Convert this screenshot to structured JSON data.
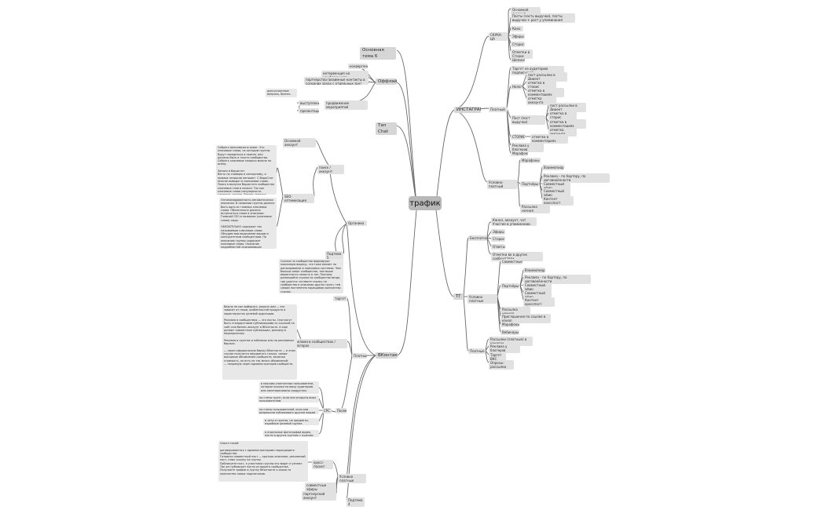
{
  "root": "трафик",
  "nodes": {
    "osnovnaya_tema": "Основная тема 6",
    "oflain": "Оффлайн",
    "tap_chat": "Тап Chat",
    "instagram": "ИНСТАГРАМ",
    "vkontakte": "ВКонтакте",
    "tg": "ТГ",
    "oflain_children": [
      "конвергенция",
      "интервенция на конференциях",
      "партнерство (взаимные контакты в соседних зонах с отдельных зон)",
      "продвижение мероприятий",
      "выступления",
      "презентация"
    ],
    "oflain_note": "дискуссионные вопросы, бизнес-завтраки, круглые столы и др.",
    "insta_group1": "СКУКА-ЦА\nбизнеса",
    "insta_group1_items": [
      "Основной аккаунт",
      "Посты (часть выручки), посты выручки + рост у упоминания аккаунта",
      "Кино",
      "Эфиры",
      "Сторис",
      "Отметки в Сторис",
      "Шопинг"
    ],
    "insta_group2": "Платный",
    "insta_group2_top": "Таргет на аудиторию подписчиков",
    "insta_sub1": "Налог",
    "insta_sub1_items": [
      "пост рассылки в Директ",
      "отметка в сторис",
      "отметка в комментариях",
      "отметка аккаунта"
    ],
    "insta_sub2": "Пост (пост выручки)",
    "insta_sub2_items": [
      "пост рассылки в Директ",
      "отметка в сторис",
      "отметка в комментариях",
      "отметка аккаунта"
    ],
    "insta_group2_extra": [
      "СТОРИС",
      "Реклама у блогеров",
      "Марафоны"
    ],
    "insta_storis_child": "отметка в комментариях",
    "insta_group3": "Условно-платный",
    "insta_group3_top": "Марафоны",
    "insta_partner": "Партнёры",
    "insta_partner_items": [
      "Взаимопиар",
      "Реклама – по бартеру, по договорённости",
      "Совместный эфир",
      "Совместный эфир",
      "Контент кросспост"
    ],
    "insta_group3_bottom": "Рассылка ночная",
    "tg_group1": "Бесплатно",
    "tg_group1_items": [
      "Канал, аккаунт, чат\nУчастие в упоминании аккаунта",
      "Эфиры",
      "Сторис",
      "Ответы",
      "Отметки во в других сообществах"
    ],
    "tg_group2": "Условно платные",
    "tg_group2_items": [
      "Совместные"
    ],
    "tg_partner": "Партнёры",
    "tg_partner_items": [
      "Взаимопиар",
      "Реклама – по бартеру, по договорённости",
      "Совместный эфир",
      "Совместный эфир",
      "Контент кросспост"
    ],
    "tg_group2_more": [
      "Рассылка ночная",
      "Приглашения по ссылке в канал",
      "Марафоны",
      "Вебинары"
    ],
    "tg_group3": "Платные",
    "tg_group3_items": [
      "Рассылки (платные) в каналах",
      "Реклама у блогеров",
      "Таргет ВКС",
      "Опросы-рассылки"
    ],
    "vk_group1": "Органика",
    "vk_group1_top": "Основной аккаунт",
    "vk_seo": "SEO-оптимизация",
    "vk_seo_sub": "поиск / аккаунт",
    "vk_note1": "Собрать максимально охват. Это ключевые слова, по которым группы будут находиться в поиске, они должны быть в тексте сообщества. Собрать ключевые запросы можно по всему.\n\nЗаписи в Вордстат:\nВесть по словарю и сенсорному, и прямых запросов напишет. С ВордСтат многие выводят в поисковые слова. Поиск в выпуске Вордстата сообщество ключевых слов в поиске. Так как ключевые слова популярности сложные, группы, бизнес-запросы, можно выбрать конкурентов, аудитории и портреты клиентов. Популярность запросов по охвату.",
    "vk_note2": "Оптимизированность автоматически описания. В названии группы должно быть одно из главных ключевых слова. Обязательно должна встречаться слова в описании. Главный CEO в названии (ключевые слова) сюда.\n\nОБЯЗАТЕЛЬНО содержит так называемые ключевые слова.\nОбсудим вам выделение вашим и конкурентным сообществам. По описанию группы содержит ключевые слова. Описание подробностей описывающих ключевые слова.",
    "vk_podtema5": "Подтема 5",
    "vk_note3": "Ссылки на сообщество формируют поисковую выдачу, что тоже влияет на ранжирование в поисковых системах. Чем больше охват сообщества, тем выше вероятность попасть в топ. Поэтому размещайте ссылки на сообщество везде, где удастся: оставьте ссылку на сообщество в описании других групп, тем самым постепенно наращивая количество ссылок.",
    "vk_group2": "Платные",
    "vk_group2_top": "таргет",
    "vk_ads": "реклама в сообществах / блогерах",
    "vk_note4": "Важно не как выбирать, решать вам — это зависит от ниши, особенностей продукта и характеристик целевой аудитории.\n\nРеклама в сообществах — это посты. Они могут быть стандартными публикациями со ссылкой на сайт или бизнес-аккаунт в ВКонтакте. А еще делают совместные публикации, рекламу в мероприятиях.\n\nРеклама в группах и пабликах или на рекламных биржах.\n\n— через официальную биржу ВКонтакте — в этом случае получится продвигать только  самые выгодные объявления сообществ, включая стоимость, но есть не так много объявлений;\n— напрямую через администраторов сообществ.",
    "vk_cpc": "СРС",
    "vk_posts": "Посев",
    "vk_cpc_items": [
      "в массово-спонтанные пользователи, которые похожи на вашу аудиторию или заинтересованы продуктом.",
      "на стены групп, если они открыты всем пользователям.",
      "на стены пользователей, если они разрешили публиковать другим людям.",
      "в чаты и группы, на предметы, подобные целевой группе.",
      "в отдельные фотографии видео, посты в других группах с нужным контентом."
    ],
    "vk_group3": "Условно платные",
    "vk_cross": "кросс-посинг",
    "vk_note5": "Смысл такой:\n\nдоговариваетесь с администраторами подходящего сообщества.\nГотовите совместный пост — краткое описание, рекламный пост, плюс ссылку на группу.\nПубликуете пост, а участники группы его видят и узнают. Так же публикуют посты из вашего сообщества.\nПолучаете трафик в группу ВКонтакте и какое-то количество новых подписчиков.",
    "vk_group3_items": [
      "совместные эфиры",
      "партнерский аккаунт"
    ],
    "vk_podtema4": "Подтема 4"
  }
}
